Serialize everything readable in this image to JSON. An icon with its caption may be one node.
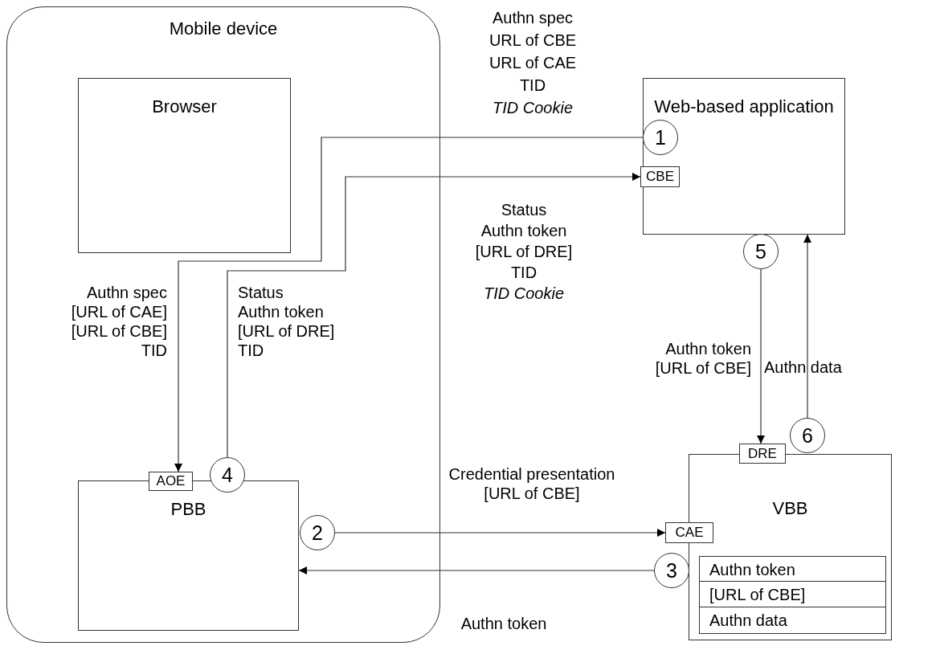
{
  "diagram": {
    "nodes": [
      {
        "text": [
          "Mobile device"
        ]
      },
      {
        "text": [
          "Browser"
        ],
        "in": 0
      },
      {
        "text": [
          "PBB"
        ],
        "in": 0
      },
      {
        "text": [
          "AOE"
        ],
        "in": 0
      },
      {
        "text": [
          "4"
        ],
        "in": 0
      },
      {
        "text": [
          "2"
        ],
        "in": 0
      },
      {
        "text": [
          "Web-based application"
        ]
      },
      {
        "text": [
          "1"
        ],
        "in": 6
      },
      {
        "text": [
          "CBE"
        ],
        "in": 6
      },
      {
        "text": [
          "5"
        ]
      },
      {
        "text": [
          "VBB"
        ]
      },
      {
        "text": [
          "DRE"
        ]
      },
      {
        "text": [
          "6"
        ]
      },
      {
        "text": [
          "CAE"
        ]
      },
      {
        "text": [
          "3"
        ]
      },
      {
        "text": [
          "Authn token",
          "[URL of CBE]",
          "Authn data"
        ],
        "in": 10
      }
    ],
    "edges": [
      {
        "from": 7,
        "to": 3,
        "arrow": "to",
        "label": "Authn spec [URL of CAE] [URL of CBE] TID"
      },
      {
        "from": 4,
        "to": 8,
        "arrow": "to",
        "label": "Status Authn token [URL of DRE] TID"
      },
      {
        "from": 9,
        "to": 11,
        "arrow": "to",
        "label": "Authn token [URL of CBE]"
      },
      {
        "from": 12,
        "to": 6,
        "arrow": "to",
        "label": "Authn data"
      },
      {
        "from": 5,
        "to": 13,
        "arrow": "to",
        "label": "Credential presentation [URL of CBE]"
      },
      {
        "from": 14,
        "to": 2,
        "arrow": "to",
        "label": "Authn token"
      }
    ],
    "labels": [
      "Authn spec URL of CBE URL of CAE TID *TID Cookie*",
      "Status Authn token [URL of DRE] TID *TID Cookie*"
    ]
  }
}
